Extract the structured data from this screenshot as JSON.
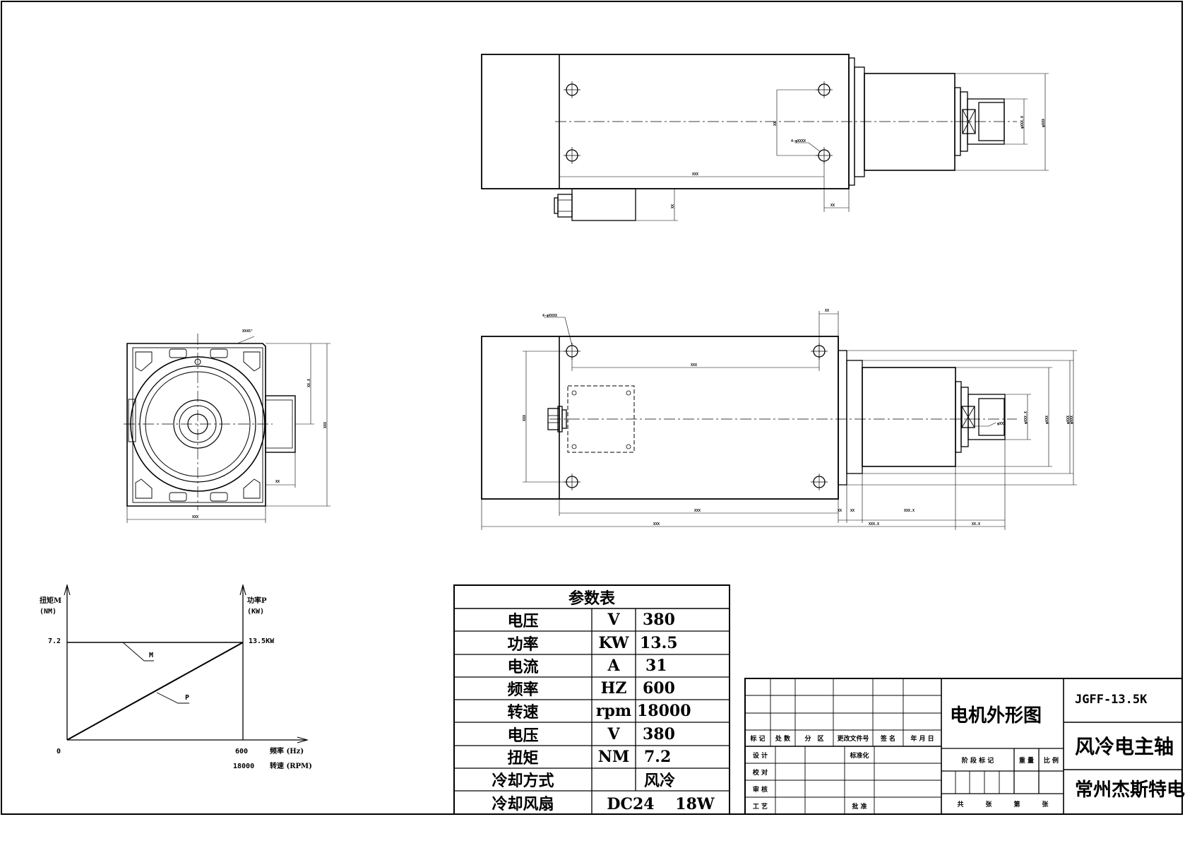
{
  "params_table": {
    "title": "参数表",
    "rows": [
      {
        "name": "电压",
        "unit": "V",
        "value": "380"
      },
      {
        "name": "功率",
        "unit": "KW",
        "value": "13.5"
      },
      {
        "name": "电流",
        "unit": "A",
        "value": "31"
      },
      {
        "name": "频率",
        "unit": "HZ",
        "value": "600"
      },
      {
        "name": "转速",
        "unit": "rpm",
        "value": "18000"
      },
      {
        "name": "电压",
        "unit": "V",
        "value": "380"
      },
      {
        "name": "扭矩",
        "unit": "NM",
        "value": "7.2"
      },
      {
        "name": "冷却方式",
        "unit": "",
        "value": "风冷"
      },
      {
        "name": "冷却风扇",
        "value": "DC24　 18W"
      }
    ]
  },
  "graph": {
    "y_left_label": "扭矩M",
    "y_left_unit": "(NM)",
    "y_right_label": "功率P",
    "y_right_unit": "(KW)",
    "torque_tick": "7.2",
    "power_tick": "13.5KW",
    "origin_label": "0",
    "x_tick_freq": "600",
    "x_tick_speed": "18000",
    "x_label_freq": "频率 (Hz)",
    "x_label_speed": "转速 (RPM)",
    "curve_m": "M",
    "curve_p": "P"
  },
  "title_block": {
    "drawing_name": "电机外形图",
    "model": "JGFF-13.5K",
    "product": "风冷电主轴",
    "company": "常州杰斯特电器",
    "rev_headers": [
      "标 记",
      "处 数",
      "分　区",
      "更改文件号",
      "签 名",
      "年 月 日"
    ],
    "sign_rows": [
      "设 计",
      "校 对",
      "审 核",
      "工 艺"
    ],
    "standardize": "标准化",
    "approve": "批 准",
    "stage_mark": "阶 段 标 记",
    "weight": "重 量",
    "scale": "比 例",
    "sheets": [
      "共",
      "张",
      "第",
      "张"
    ]
  },
  "annotations": {
    "chamfer_note": "XX45°",
    "hole_note_top": "4-φXXXX",
    "hole_note_bottom": "4-φXXXX"
  },
  "dimensions": {
    "top_len": "XXX",
    "top_drop": "XX",
    "top_hole_dy": "XX",
    "top_flange": "XX",
    "top_collet": "φXXX.X",
    "top_shaft": "φXXX",
    "bot_hole_span": "XXX",
    "bot_top_offset": "XX",
    "bot_height": "XXX",
    "bot_body_len": "XXX",
    "bot_total_len": "XXX",
    "bot_seg1": "XX",
    "bot_seg2": "XX",
    "bot_seg3": "XXX.X",
    "bot_nose_len": "XX.X",
    "bot_collet": "φXXX.X",
    "bot_nut": "φXXX",
    "bot_d1": "φXXX",
    "bot_d2": "φXXX",
    "bot_d3": "φXXX",
    "side_h1": "XX.X",
    "side_h2": "XXX",
    "side_w": "XXX",
    "side_box": "XX"
  }
}
